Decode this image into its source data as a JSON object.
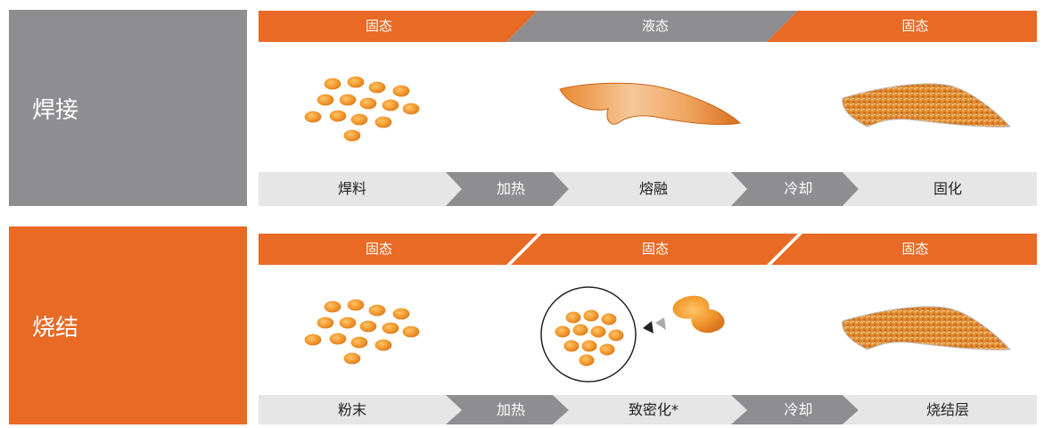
{
  "colors": {
    "orange": "#e86a25",
    "gray": "#8e8e90",
    "light_gray": "#e6e6e7",
    "particle": "#f29a2e"
  },
  "soldering": {
    "title": "焊接",
    "phases": [
      "固态",
      "液态",
      "固态"
    ],
    "steps": [
      "焊料",
      "加热",
      "熔融",
      "冷却",
      "固化"
    ]
  },
  "sintering": {
    "title": "烧结",
    "phases": [
      "固态",
      "固态",
      "固态"
    ],
    "steps": [
      "粉末",
      "加热",
      "致密化*",
      "冷却",
      "烧结层"
    ]
  }
}
